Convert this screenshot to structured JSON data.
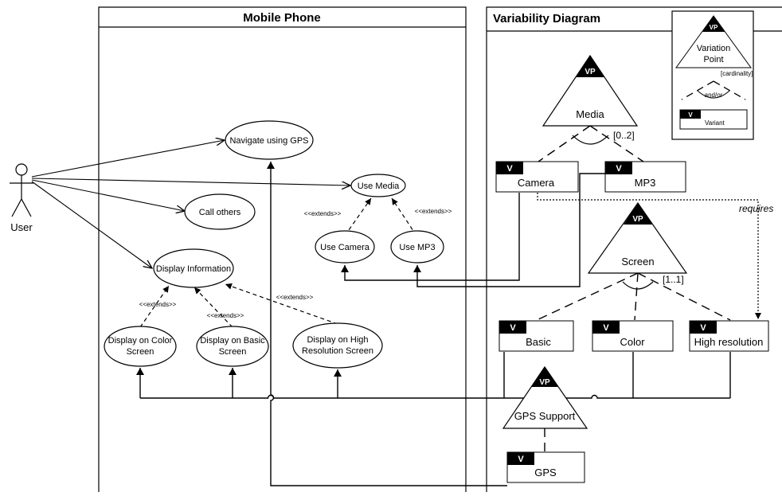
{
  "actor": {
    "label": "User"
  },
  "panels": {
    "mobile": {
      "title": "Mobile Phone"
    },
    "variability": {
      "title": "Variability Diagram"
    }
  },
  "usecases": {
    "navigate": {
      "lines": [
        "Navigate using GPS"
      ]
    },
    "media": {
      "lines": [
        "Use Media"
      ]
    },
    "call": {
      "lines": [
        "Call others"
      ]
    },
    "camera": {
      "lines": [
        "Use Camera"
      ]
    },
    "mp3": {
      "lines": [
        "Use MP3"
      ]
    },
    "display": {
      "lines": [
        "Display Information"
      ]
    },
    "color": {
      "lines": [
        "Display on Color",
        "Screen"
      ]
    },
    "basic": {
      "lines": [
        "Display on Basic",
        "Screen"
      ]
    },
    "high": {
      "lines": [
        "Display on High",
        "Resolution Screen"
      ]
    }
  },
  "extends_label": "<<extends>>",
  "legend": {
    "vp_badge": "VP",
    "variation_point": [
      "Variation",
      "Point"
    ],
    "cardinality": "[cardinality]",
    "andor": "and/or",
    "v_badge": "V",
    "variant": "Variant"
  },
  "variation_points": {
    "media": {
      "badge": "VP",
      "label": "Media",
      "cardinality": "[0..2]"
    },
    "screen": {
      "badge": "VP",
      "label": "Screen",
      "cardinality": "[1..1]"
    },
    "gps": {
      "badge": "VP",
      "label": "GPS Support"
    }
  },
  "variants": {
    "camera": {
      "badge": "V",
      "label": "Camera"
    },
    "mp3": {
      "badge": "V",
      "label": "MP3"
    },
    "basic": {
      "badge": "V",
      "label": "Basic"
    },
    "color": {
      "badge": "V",
      "label": "Color"
    },
    "high": {
      "badge": "V",
      "label": "High resolution"
    },
    "gps": {
      "badge": "V",
      "label": "GPS"
    }
  },
  "requires_label": "requires"
}
